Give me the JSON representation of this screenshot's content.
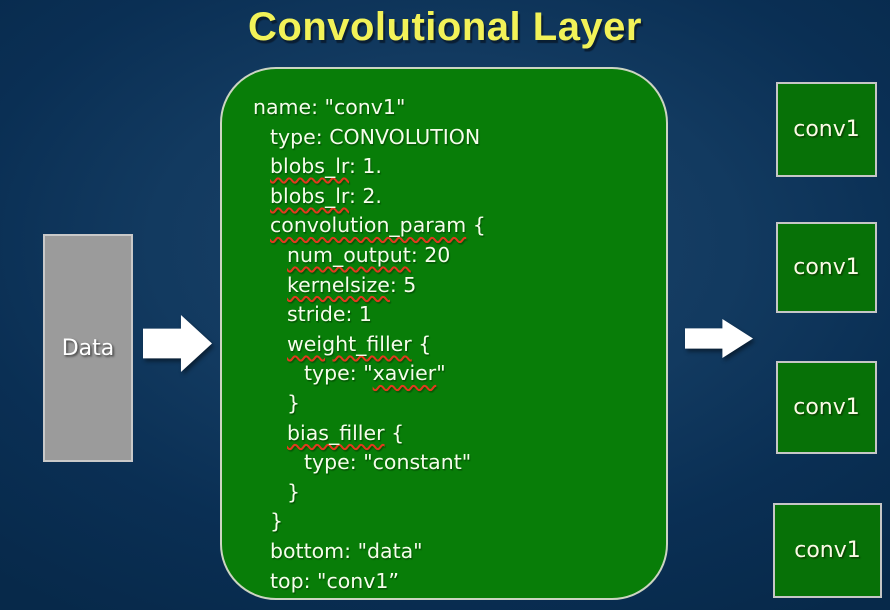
{
  "title": "Convolutional Layer",
  "colors": {
    "title_color": "#f2f258",
    "background_center": "#1c4268",
    "background_edge": "#07294a",
    "green_box": "#087d08",
    "conv_box": "#077107",
    "data_box": "#9b9b9b",
    "code_text": "#f5fdeb",
    "squiggle": "#e23a1e",
    "arrow": "#ffffff"
  },
  "input_node": {
    "label": "Data"
  },
  "arrows": {
    "left": "right-block-arrow",
    "right": "right-block-arrow"
  },
  "layer_definition": {
    "code_lines": [
      {
        "indent": 0,
        "segments": [
          {
            "text": "name: \"conv1\""
          }
        ]
      },
      {
        "indent": 1,
        "segments": [
          {
            "text": "type: CONVOLUTION"
          }
        ]
      },
      {
        "indent": 1,
        "segments": [
          {
            "text": "blobs_lr",
            "misspelled": true
          },
          {
            "text": ": 1."
          }
        ]
      },
      {
        "indent": 1,
        "segments": [
          {
            "text": "blobs_lr",
            "misspelled": true
          },
          {
            "text": ": 2."
          }
        ]
      },
      {
        "indent": 1,
        "segments": [
          {
            "text": "convolution_param",
            "misspelled": true
          },
          {
            "text": " {"
          }
        ]
      },
      {
        "indent": 2,
        "segments": [
          {
            "text": "num_output",
            "misspelled": true
          },
          {
            "text": ": 20"
          }
        ]
      },
      {
        "indent": 2,
        "segments": [
          {
            "text": "kernelsize",
            "misspelled": true
          },
          {
            "text": ": 5"
          }
        ]
      },
      {
        "indent": 2,
        "segments": [
          {
            "text": "stride: 1"
          }
        ]
      },
      {
        "indent": 2,
        "segments": [
          {
            "text": "weight_filler",
            "misspelled": true
          },
          {
            "text": " {"
          }
        ]
      },
      {
        "indent": 3,
        "segments": [
          {
            "text": "type: \""
          },
          {
            "text": "xavier",
            "misspelled": true
          },
          {
            "text": "\""
          }
        ]
      },
      {
        "indent": 2,
        "segments": [
          {
            "text": "}"
          }
        ]
      },
      {
        "indent": 2,
        "segments": [
          {
            "text": "bias_filler",
            "misspelled": true
          },
          {
            "text": " {"
          }
        ]
      },
      {
        "indent": 3,
        "segments": [
          {
            "text": "type: \"constant\""
          }
        ]
      },
      {
        "indent": 2,
        "segments": [
          {
            "text": "}"
          }
        ]
      },
      {
        "indent": 1,
        "segments": [
          {
            "text": "}"
          }
        ]
      },
      {
        "indent": 1,
        "segments": [
          {
            "text": "bottom: \"data\""
          }
        ]
      },
      {
        "indent": 1,
        "segments": [
          {
            "text": "top: \"conv1”"
          }
        ]
      }
    ]
  },
  "output_nodes": [
    {
      "label": "conv1"
    },
    {
      "label": "conv1"
    },
    {
      "label": "conv1"
    },
    {
      "label": "conv1"
    }
  ]
}
